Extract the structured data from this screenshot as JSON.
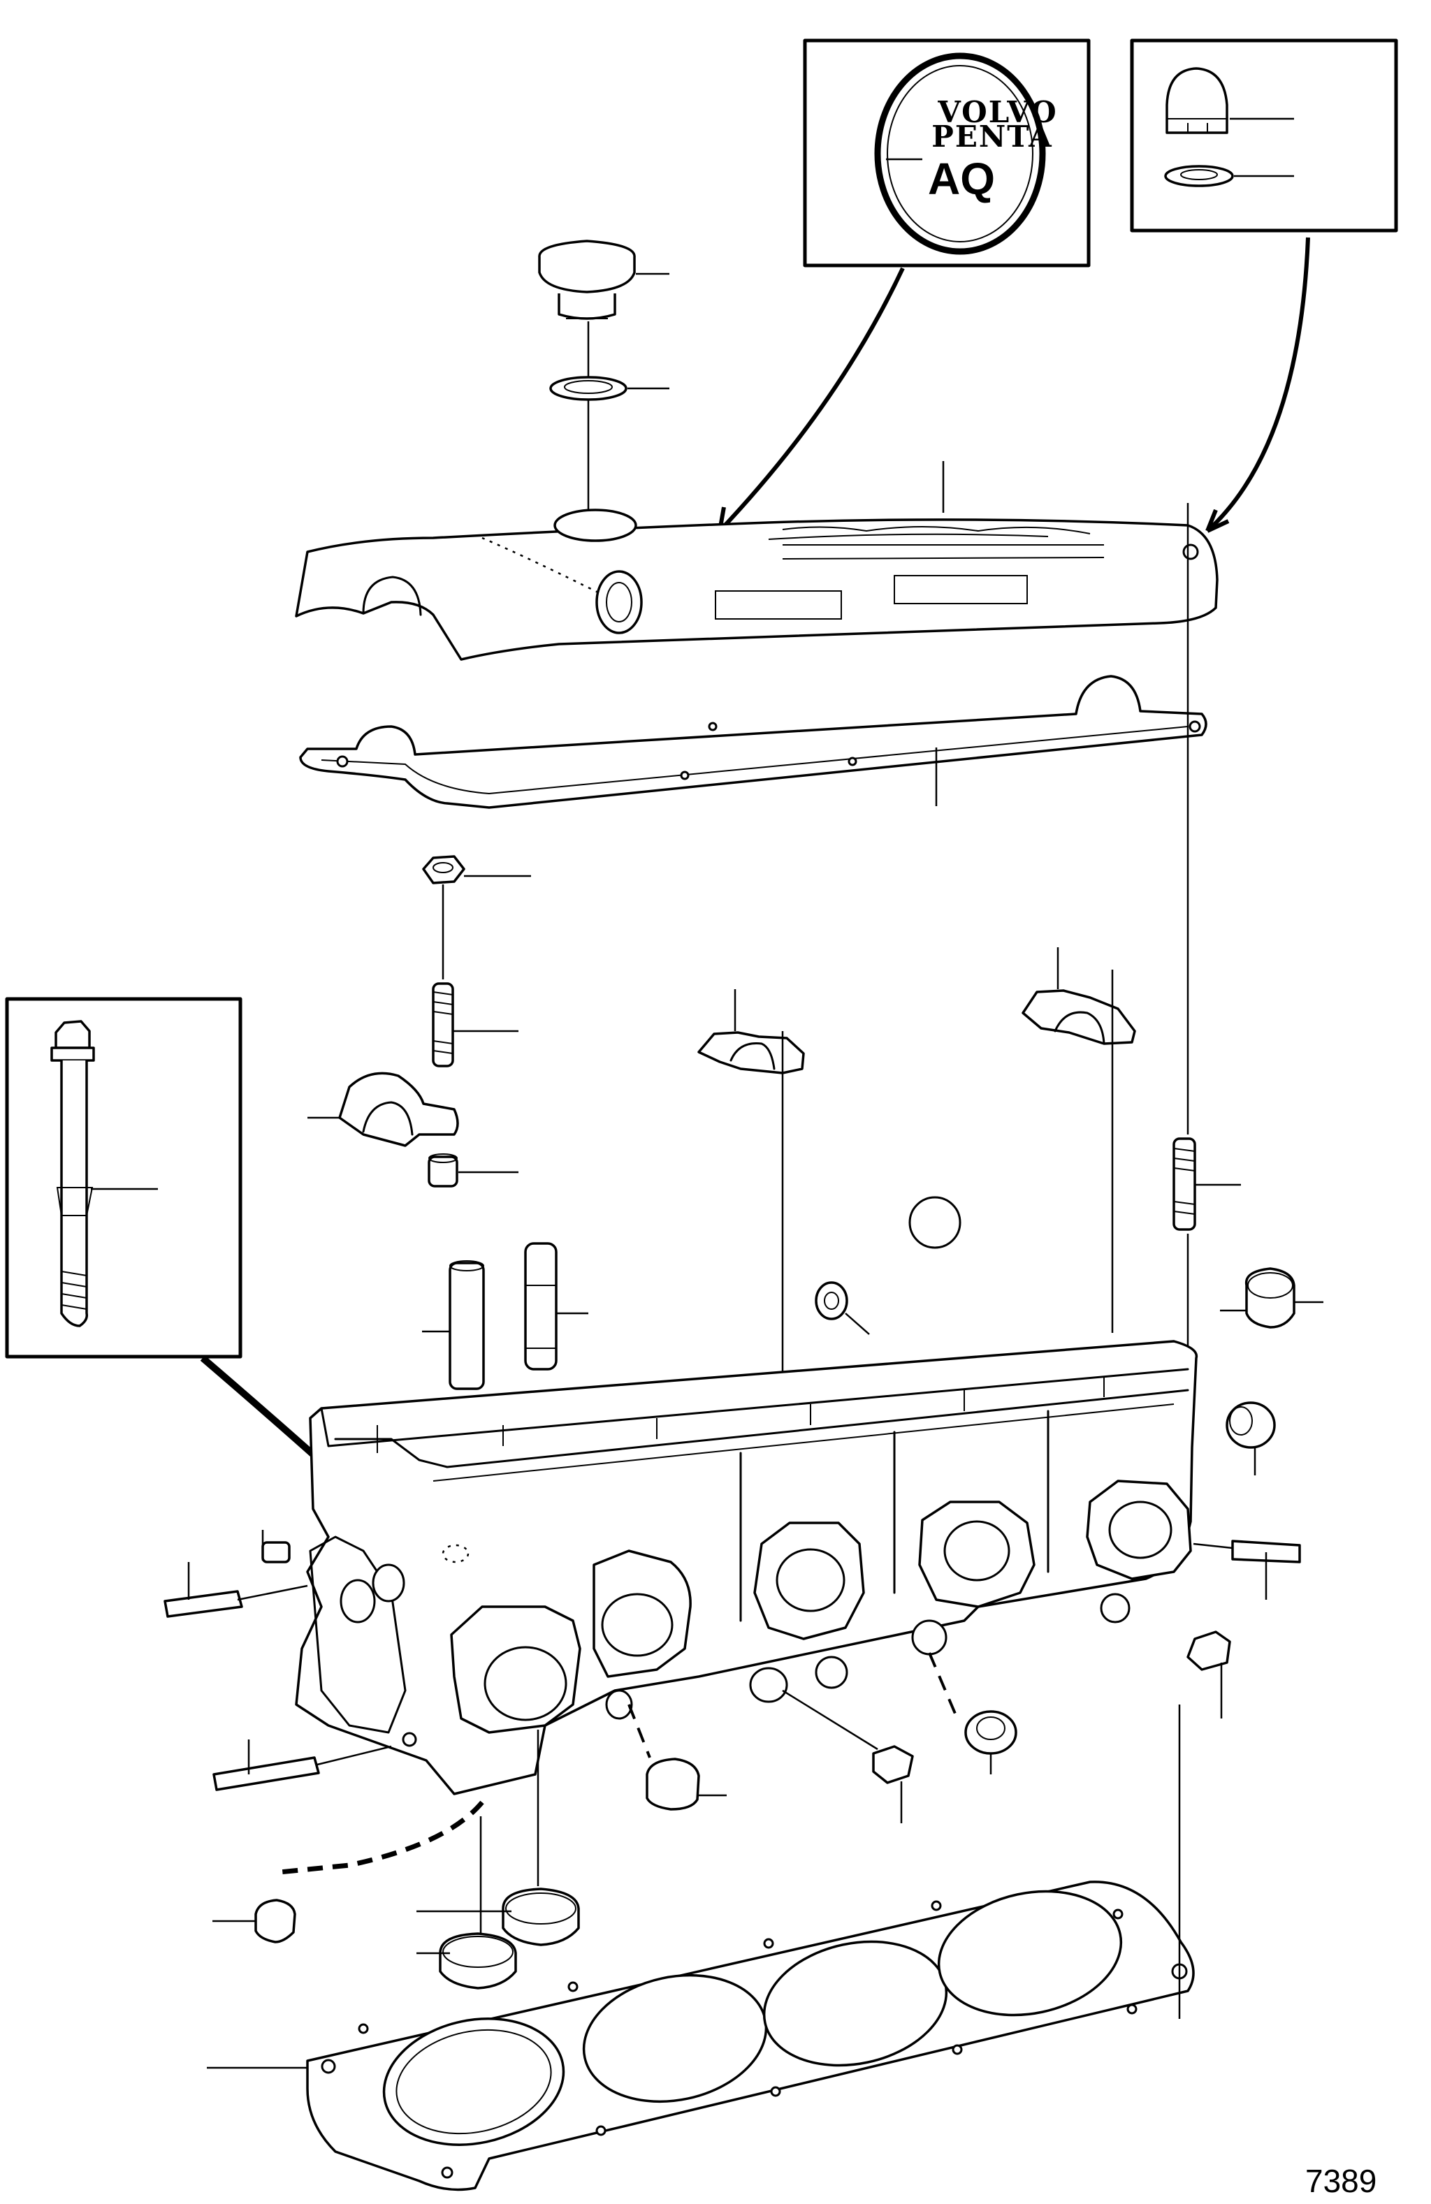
{
  "figure": {
    "number": "7389"
  },
  "logo_inset": {
    "brand_line_1": "VOLVO",
    "brand_line_2": "PENTA",
    "model": "AQ"
  }
}
